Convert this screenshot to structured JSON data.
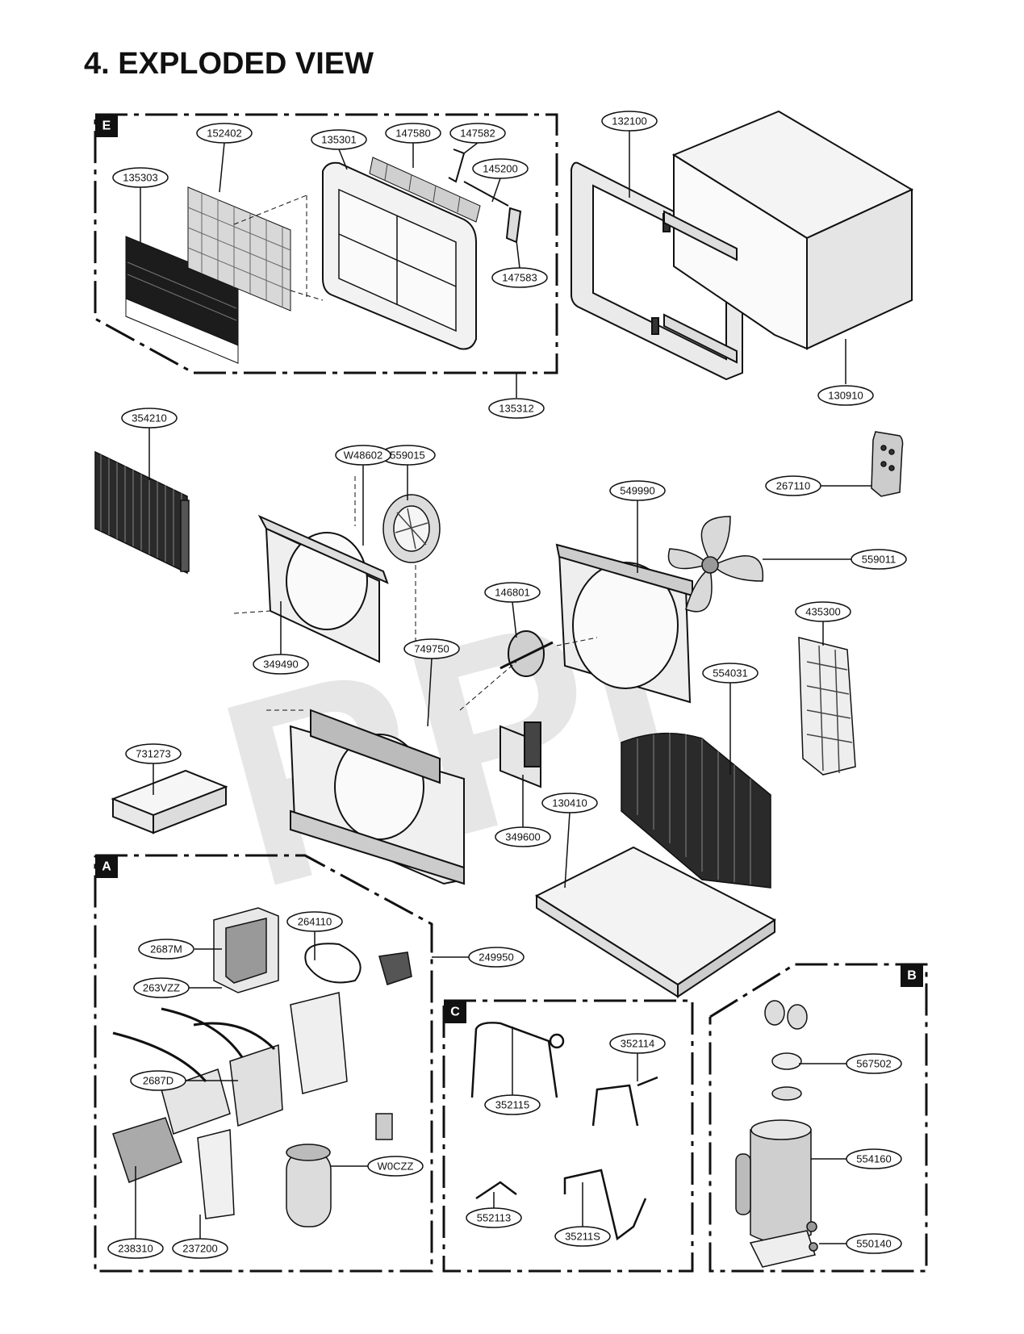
{
  "title": "4. EXPLODED VIEW",
  "watermark": "RPI",
  "section_tags": {
    "E": "E",
    "A": "A",
    "B": "B",
    "C": "C"
  },
  "part_labels": {
    "p135303": "135303",
    "p152402": "152402",
    "p135301": "135301",
    "p147580": "147580",
    "p147582": "147582",
    "p145200": "145200",
    "p147583": "147583",
    "p135312": "135312",
    "p132100": "132100",
    "p130910": "130910",
    "p354210": "354210",
    "p559015": "559015",
    "pW48602": "W48602",
    "p349490": "349490",
    "p749750": "749750",
    "p146801": "146801",
    "p549990": "549990",
    "p267110": "267110",
    "p559011": "559011",
    "p435300": "435300",
    "p554031": "554031",
    "p731273": "731273",
    "p349600": "349600",
    "p130410": "130410",
    "p264110": "264110",
    "p249950": "249950",
    "p2687M": "2687M",
    "p263VZZ": "263VZZ",
    "p2687D": "2687D",
    "pW0CZZ": "W0CZZ",
    "p238310": "238310",
    "p237200": "237200",
    "p352115": "352115",
    "p352114": "352114",
    "p552113": "552113",
    "p35211S": "35211S",
    "p567502": "567502",
    "p554160": "554160",
    "p550140": "550140"
  }
}
